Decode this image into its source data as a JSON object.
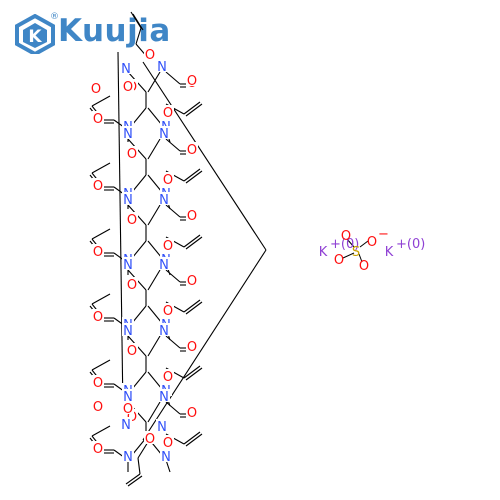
{
  "brand": {
    "name": "Kuujia",
    "registered": "®",
    "color": "#3f86c6"
  },
  "molecule": {
    "atoms": {
      "nitrogen": "N",
      "oxygen": "O"
    },
    "salt": {
      "cation": "K",
      "cation_charge": "+(0)",
      "anion_oxygen": "O",
      "anion_charge": "−",
      "sulfur": "S"
    },
    "colors": {
      "nitrogen": "#3050f8",
      "oxygen": "#ff0d0d",
      "potassium": "#8f40d4",
      "sulfur": "#c8a000"
    }
  }
}
